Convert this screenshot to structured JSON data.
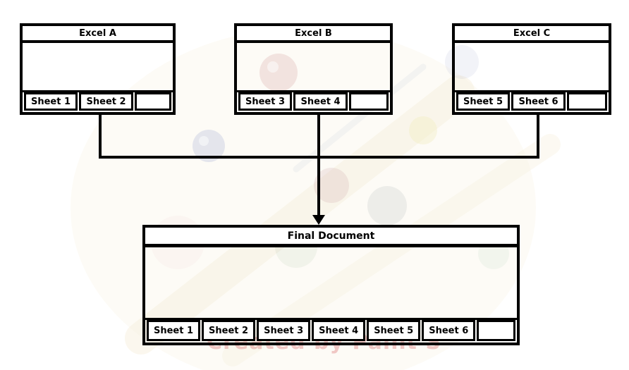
{
  "diagram": {
    "workbooks": [
      {
        "title": "Excel A",
        "sheets": [
          "Sheet 1",
          "Sheet 2"
        ]
      },
      {
        "title": "Excel B",
        "sheets": [
          "Sheet 3",
          "Sheet 4"
        ]
      },
      {
        "title": "Excel C",
        "sheets": [
          "Sheet 5",
          "Sheet 6"
        ]
      }
    ],
    "final_document": {
      "title": "Final Document",
      "sheets": [
        "Sheet 1",
        "Sheet 2",
        "Sheet 3",
        "Sheet 4",
        "Sheet 5",
        "Sheet 6"
      ]
    },
    "watermark": {
      "text": "Created by Paint S"
    },
    "colors": {
      "line": "#000000",
      "background": "#ffffff",
      "watermark_text": "#e08888"
    }
  }
}
